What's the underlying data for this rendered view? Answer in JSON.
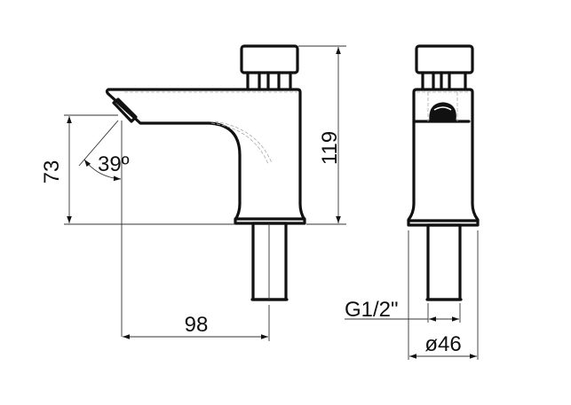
{
  "drawing": {
    "title": "Self-closing basin tap technical drawing",
    "views": [
      "side-view",
      "front-view"
    ],
    "dimensions": {
      "total_height": "119",
      "spout_height": "73",
      "spout_angle": "39º",
      "spout_reach": "98",
      "thread": "G1/2\"",
      "base_diameter": "ø46"
    },
    "units": "mm",
    "line_color": "#111111",
    "background": "#ffffff"
  }
}
